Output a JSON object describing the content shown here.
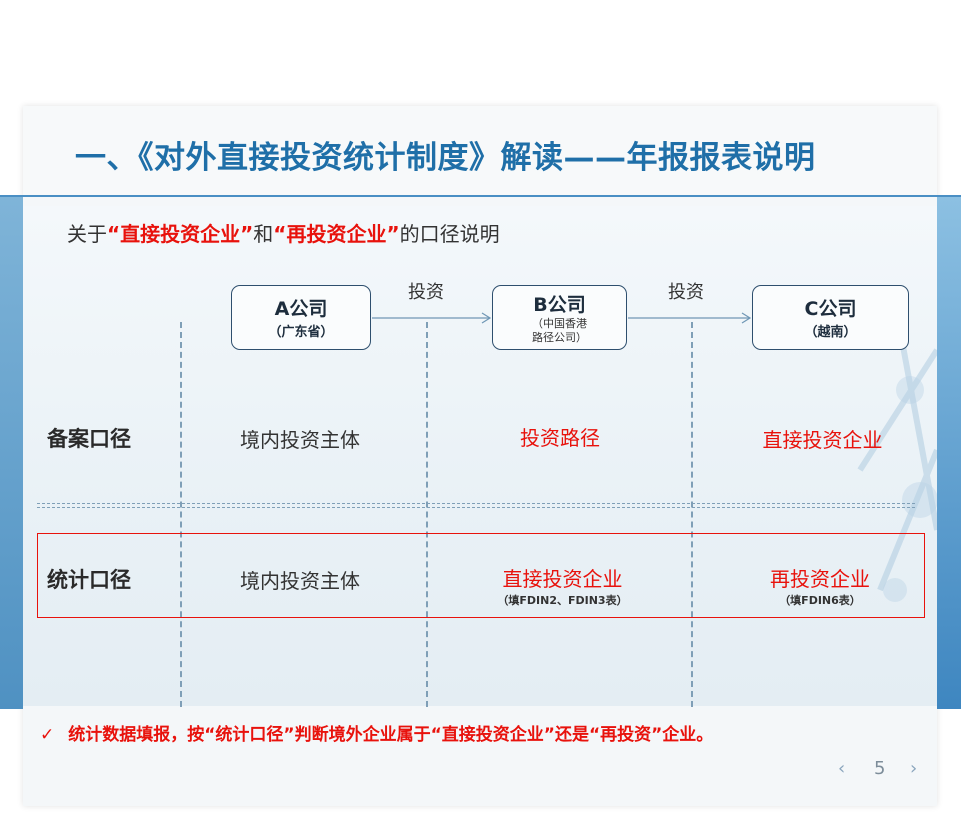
{
  "title": "一、《对外直接投资统计制度》解读——年报报表说明",
  "subtitle": {
    "pre": "关于",
    "q1": "“直接投资企业”",
    "mid": "和",
    "q2": "“再投资企业”",
    "post": "的口径说明"
  },
  "companies": [
    {
      "name": "A公司",
      "sub": "（广东省）"
    },
    {
      "name": "B公司",
      "sub_line1": "（中国香港",
      "sub_line2": "路径公司）"
    },
    {
      "name": "C公司",
      "sub": "（越南）"
    }
  ],
  "arrow_labels": [
    "投资",
    "投资"
  ],
  "rows": [
    {
      "label": "备案口径",
      "cells": [
        "境内投资主体",
        "投资路径",
        "直接投资企业"
      ]
    },
    {
      "label": "统计口径",
      "cells": [
        "境内投资主体",
        "直接投资企业",
        "再投资企业"
      ],
      "notes": [
        "（填FDIN2、FDIN3表）",
        "（填FDIN6表）"
      ]
    }
  ],
  "bottom_note": "统计数据填报，按“统计口径”判断境外企业属于“直接投资企业”还是“再投资”企业。",
  "check_icon": "✓",
  "page": {
    "number": "5",
    "prev": "‹",
    "next": "›"
  },
  "colors": {
    "title": "#1f6fa8",
    "accent_red": "#e8120c"
  }
}
